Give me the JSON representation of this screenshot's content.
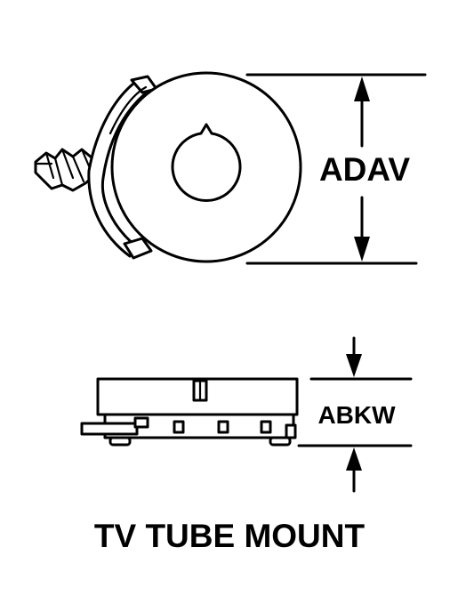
{
  "diagram": {
    "title": "TV TUBE MOUNT",
    "dimension_top": "ADAV",
    "dimension_bottom": "ABKW"
  }
}
